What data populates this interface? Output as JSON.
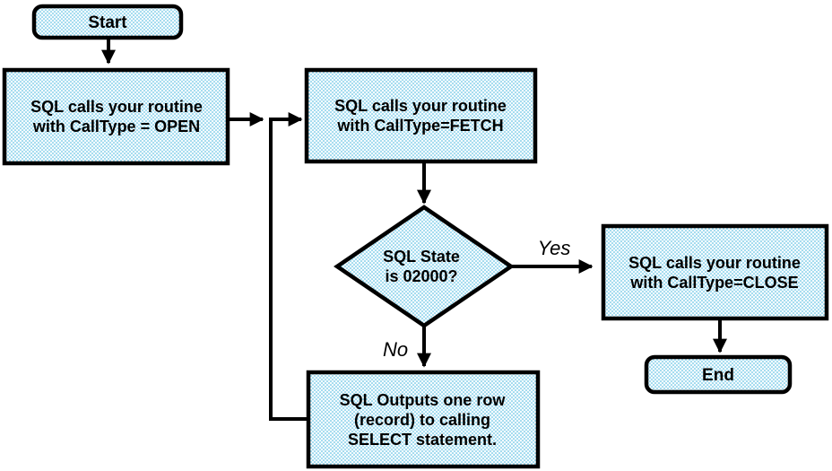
{
  "diagram": {
    "type": "flowchart",
    "topic": "SQL user-defined table function call sequence",
    "colors": {
      "background": "#ffffff",
      "node_fill_base": "#f4fbfe",
      "node_fill_dot": "#49b8de",
      "node_border": "#000000",
      "connector": "#000000",
      "text": "#000000"
    },
    "nodes": {
      "start": {
        "type": "terminator",
        "label": "Start"
      },
      "open": {
        "type": "process",
        "lines": [
          "SQL calls your routine",
          "with CallType = OPEN"
        ]
      },
      "fetch": {
        "type": "process",
        "lines": [
          "SQL calls your routine",
          "with CallType=FETCH"
        ]
      },
      "decision": {
        "type": "decision",
        "lines": [
          "SQL State",
          "is 02000?"
        ]
      },
      "close": {
        "type": "process",
        "lines": [
          "SQL calls your routine",
          "with CallType=CLOSE"
        ]
      },
      "output": {
        "type": "process",
        "lines": [
          "SQL Outputs one row",
          "(record) to calling",
          "SELECT statement."
        ]
      },
      "end": {
        "type": "terminator",
        "label": "End"
      }
    },
    "edges": [
      {
        "from": "start",
        "to": "open",
        "label": ""
      },
      {
        "from": "open",
        "to": "fetch",
        "label": ""
      },
      {
        "from": "fetch",
        "to": "decision",
        "label": ""
      },
      {
        "from": "decision",
        "to": "close",
        "label": "Yes"
      },
      {
        "from": "decision",
        "to": "output",
        "label": "No"
      },
      {
        "from": "output",
        "to": "fetch",
        "label": ""
      },
      {
        "from": "close",
        "to": "end",
        "label": ""
      }
    ],
    "edge_labels": {
      "yes": "Yes",
      "no": "No"
    }
  }
}
